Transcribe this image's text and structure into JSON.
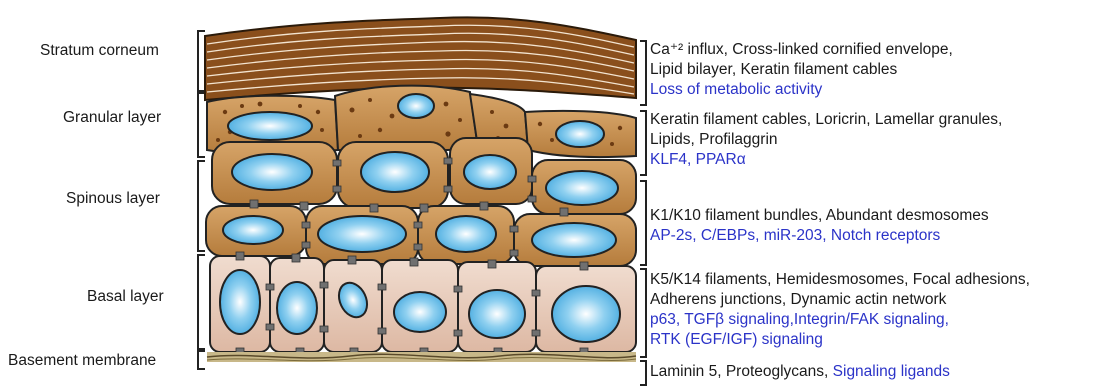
{
  "layers": [
    {
      "name": "Stratum corneum",
      "desc": [
        "Ca⁺² influx, Cross-linked cornified envelope,",
        "Lipid bilayer, Keratin filament cables"
      ],
      "blue": [
        "Loss of metabolic activity"
      ]
    },
    {
      "name": "Granular layer",
      "desc": [
        "Keratin filament cables, Loricrin, Lamellar granules,",
        "Lipids, Profilaggrin"
      ],
      "blue": [
        "KLF4, PPARα"
      ]
    },
    {
      "name": "Spinous layer",
      "desc": [
        "K1/K10 filament bundles, Abundant desmosomes"
      ],
      "blue": [
        "AP-2s, C/EBPs, miR-203, Notch receptors"
      ]
    },
    {
      "name": "Basal layer",
      "desc": [
        "K5/K14 filaments, Hemidesmosomes, Focal adhesions,",
        "Adherens junctions, Dynamic actin network"
      ],
      "blue": [
        "p63, TGFβ signaling,Integrin/FAK signaling,",
        "RTK (EGF/IGF) signaling"
      ]
    },
    {
      "name": "Basement membrane",
      "desc": [
        "Laminin 5, Proteoglycans, "
      ],
      "blue_inline": "Signaling ligands"
    }
  ],
  "colors": {
    "blue_text": "#2b33c8",
    "cell_brown": "#c58f4a",
    "cell_pink": "#e8cdbd",
    "nucleus": "#58b8e8"
  }
}
